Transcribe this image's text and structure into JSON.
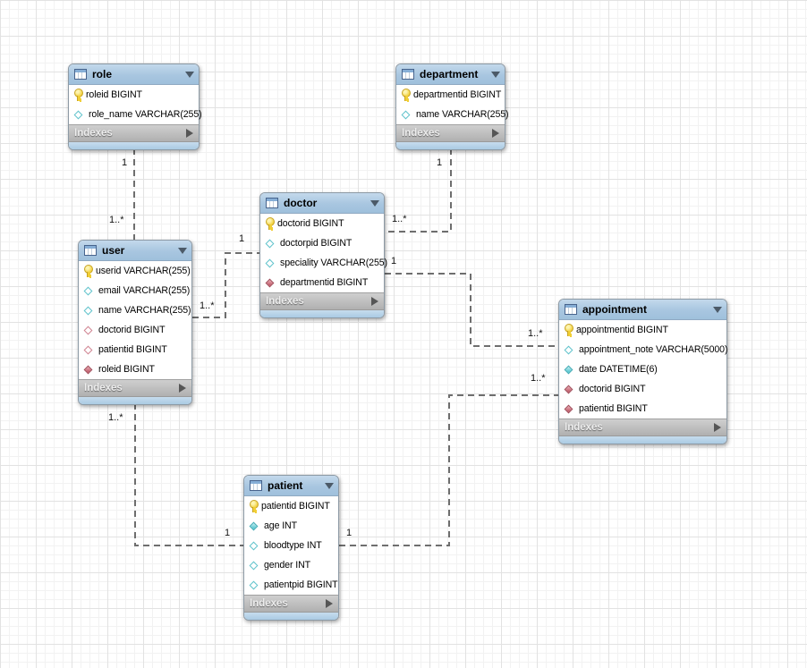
{
  "diagram": {
    "tables": [
      {
        "title": "role",
        "indexes_label": "Indexes",
        "columns": [
          {
            "text": "roleid BIGINT",
            "icon": "primary-key-icon"
          },
          {
            "text": "role_name VARCHAR(255)",
            "icon": "column-nullable-icon"
          }
        ]
      },
      {
        "title": "department",
        "indexes_label": "Indexes",
        "columns": [
          {
            "text": "departmentid BIGINT",
            "icon": "primary-key-icon"
          },
          {
            "text": "name VARCHAR(255)",
            "icon": "column-nullable-icon"
          }
        ]
      },
      {
        "title": "doctor",
        "indexes_label": "Indexes",
        "columns": [
          {
            "text": "doctorid BIGINT",
            "icon": "primary-key-icon"
          },
          {
            "text": "doctorpid BIGINT",
            "icon": "column-nullable-icon"
          },
          {
            "text": "speciality VARCHAR(255)",
            "icon": "column-nullable-icon"
          },
          {
            "text": "departmentid BIGINT",
            "icon": "foreign-key-icon"
          }
        ]
      },
      {
        "title": "user",
        "indexes_label": "Indexes",
        "columns": [
          {
            "text": "userid VARCHAR(255)",
            "icon": "primary-key-icon"
          },
          {
            "text": "email VARCHAR(255)",
            "icon": "column-nullable-icon"
          },
          {
            "text": "name VARCHAR(255)",
            "icon": "column-nullable-icon"
          },
          {
            "text": "doctorid BIGINT",
            "icon": "foreign-key-nullable-icon"
          },
          {
            "text": "patientid BIGINT",
            "icon": "foreign-key-nullable-icon"
          },
          {
            "text": "roleid BIGINT",
            "icon": "foreign-key-icon"
          }
        ]
      },
      {
        "title": "appointment",
        "indexes_label": "Indexes",
        "columns": [
          {
            "text": "appointmentid BIGINT",
            "icon": "primary-key-icon"
          },
          {
            "text": "appointment_note VARCHAR(5000)",
            "icon": "column-nullable-icon"
          },
          {
            "text": "date DATETIME(6)",
            "icon": "column-notnull-icon"
          },
          {
            "text": "doctorid BIGINT",
            "icon": "foreign-key-icon"
          },
          {
            "text": "patientid BIGINT",
            "icon": "foreign-key-icon"
          }
        ]
      },
      {
        "title": "patient",
        "indexes_label": "Indexes",
        "columns": [
          {
            "text": "patientid BIGINT",
            "icon": "primary-key-icon"
          },
          {
            "text": "age INT",
            "icon": "column-notnull-icon"
          },
          {
            "text": "bloodtype INT",
            "icon": "column-nullable-icon"
          },
          {
            "text": "gender INT",
            "icon": "column-nullable-icon"
          },
          {
            "text": "patientpid BIGINT",
            "icon": "column-nullable-icon"
          }
        ]
      }
    ],
    "relationships": [
      {
        "end_a": "role",
        "a_label": "1",
        "end_b": "user",
        "b_label": "1..*"
      },
      {
        "end_a": "department",
        "a_label": "1",
        "end_b": "doctor",
        "b_label": "1..*"
      },
      {
        "end_a": "doctor",
        "a_label": "1",
        "end_b": "user",
        "b_label": "1..*"
      },
      {
        "end_a": "doctor",
        "a_label": "1",
        "end_b": "appointment",
        "b_label": "1..*"
      },
      {
        "end_a": "patient",
        "a_label": "1",
        "end_b": "user",
        "b_label": "1..*"
      },
      {
        "end_a": "patient",
        "a_label": "1",
        "end_b": "appointment",
        "b_label": "1..*"
      }
    ],
    "colors": {
      "table_header": "#a8c6e0",
      "table_footer": "#aacbe3",
      "indexes_bar": "#b8b8b8",
      "relationship_line": "#6e6e6e",
      "grid_minor": "#f2f2f2",
      "grid_major": "#e2e2e2",
      "primary_key_icon": "#f1ce36",
      "attribute_icon": "#5fc2cb",
      "foreign_key_icon": "#c2606e"
    }
  }
}
